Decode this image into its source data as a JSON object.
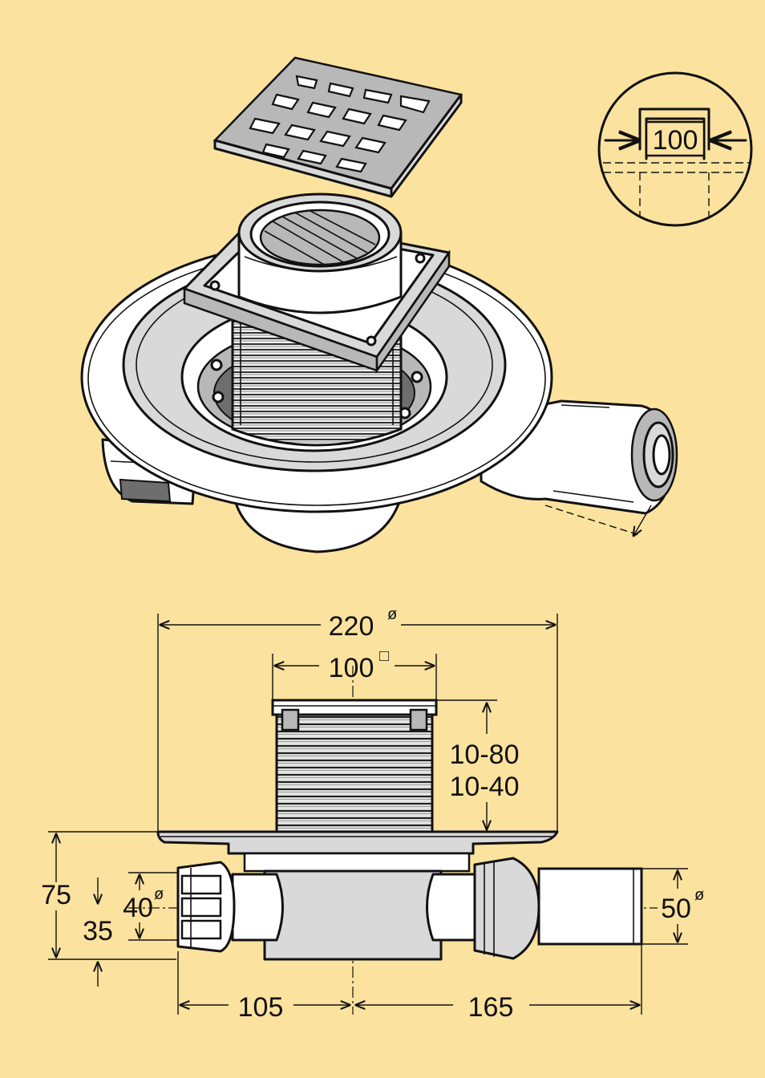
{
  "detail_label": "100",
  "dimensions": {
    "outer_diameter": "220",
    "outer_diameter_mark": "ø",
    "grate_size": "100",
    "grate_size_mark": "□",
    "height_range_a": "10-80",
    "height_range_b": "10-40",
    "total_height": "75",
    "inlet_height": "35",
    "inlet_diameter": "40",
    "inlet_diameter_mark": "ø",
    "outlet_diameter": "50",
    "outlet_diameter_mark": "ø",
    "left_offset": "105",
    "right_offset": "165"
  },
  "colors": {
    "background": "#fbe29e",
    "line": "#111111",
    "metal_light": "#d9d9d9",
    "metal_mid": "#b8b8b8"
  }
}
